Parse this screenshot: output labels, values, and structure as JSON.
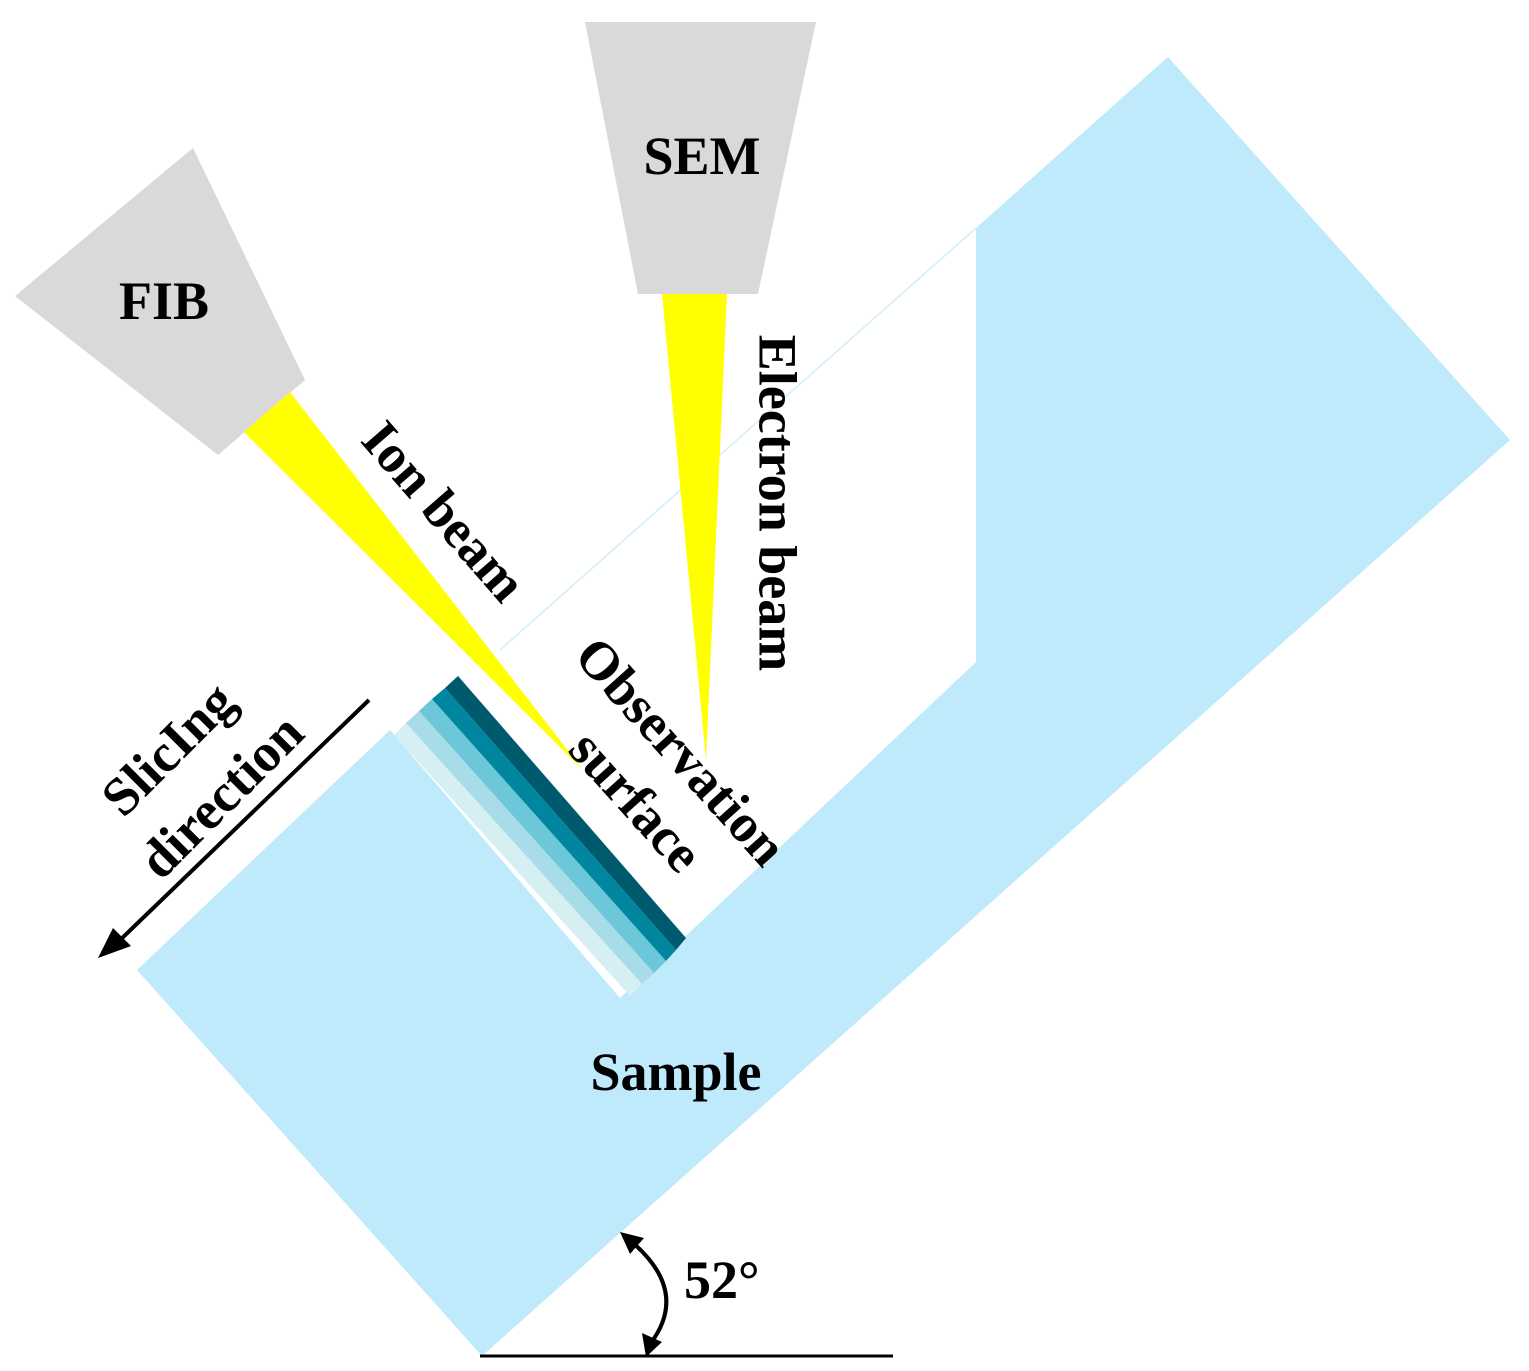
{
  "labels": {
    "sem": "SEM",
    "fib": "FIB",
    "ion_beam": "Ion beam",
    "electron_beam": "Electron beam",
    "observation": "Observation",
    "surface": "surface",
    "slicing": "SlicIng",
    "direction": "direction",
    "sample": "Sample",
    "angle": "52°"
  },
  "colors": {
    "column_gray": "#d9d9d9",
    "beam_yellow": "#ffff00",
    "sample_blue": "#bfeafb",
    "slice_1": "#d6eff3",
    "slice_2": "#a8dce8",
    "slice_3": "#6cc7d9",
    "slice_4": "#00869f",
    "slice_5": "#005a6e"
  }
}
